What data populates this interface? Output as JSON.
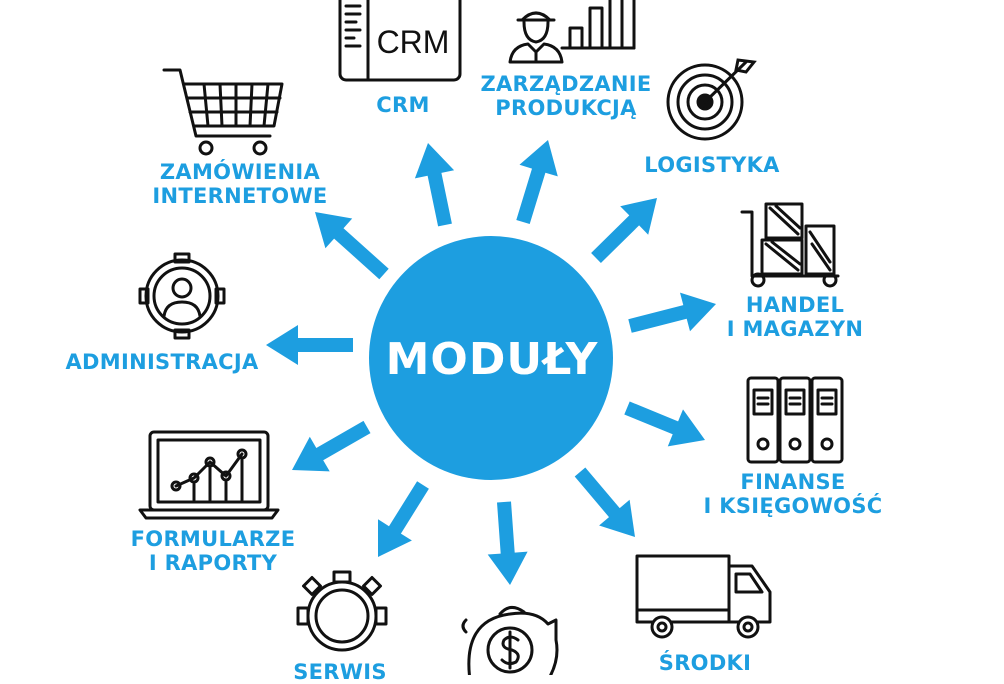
{
  "colors": {
    "accent": "#1d9ee0",
    "icon_stroke": "#111111"
  },
  "center": {
    "label": "MODUŁY"
  },
  "crm_icon_text": "CRM",
  "modules": [
    {
      "id": "crm",
      "icon": "crm-window-icon",
      "lines": [
        "CRM"
      ]
    },
    {
      "id": "produkcja",
      "icon": "worker-chart-icon",
      "lines": [
        "ZARZĄDZANIE",
        "PRODUKCJĄ"
      ]
    },
    {
      "id": "logistyka",
      "icon": "target-icon",
      "lines": [
        "LOGISTYKA"
      ]
    },
    {
      "id": "handel",
      "icon": "cart-boxes-icon",
      "lines": [
        "HANDEL",
        "I MAGAZYN"
      ]
    },
    {
      "id": "finanse",
      "icon": "binders-icon",
      "lines": [
        "FINANSE",
        "I KSIĘGOWOŚĆ"
      ]
    },
    {
      "id": "srodki",
      "icon": "truck-icon",
      "lines": [
        "ŚRODKI"
      ]
    },
    {
      "id": "piggy",
      "icon": "piggy-bank-icon",
      "lines": []
    },
    {
      "id": "serwis",
      "icon": "gear-icon",
      "lines": [
        "SERWIS"
      ]
    },
    {
      "id": "formularze",
      "icon": "laptop-chart-icon",
      "lines": [
        "FORMULARZE",
        "I RAPORTY"
      ]
    },
    {
      "id": "administracja",
      "icon": "gear-user-icon",
      "lines": [
        "ADMINISTRACJA"
      ]
    },
    {
      "id": "zamowienia",
      "icon": "shopping-cart-icon",
      "lines": [
        "ZAMÓWIENIA",
        "INTERNETOWE"
      ]
    }
  ]
}
